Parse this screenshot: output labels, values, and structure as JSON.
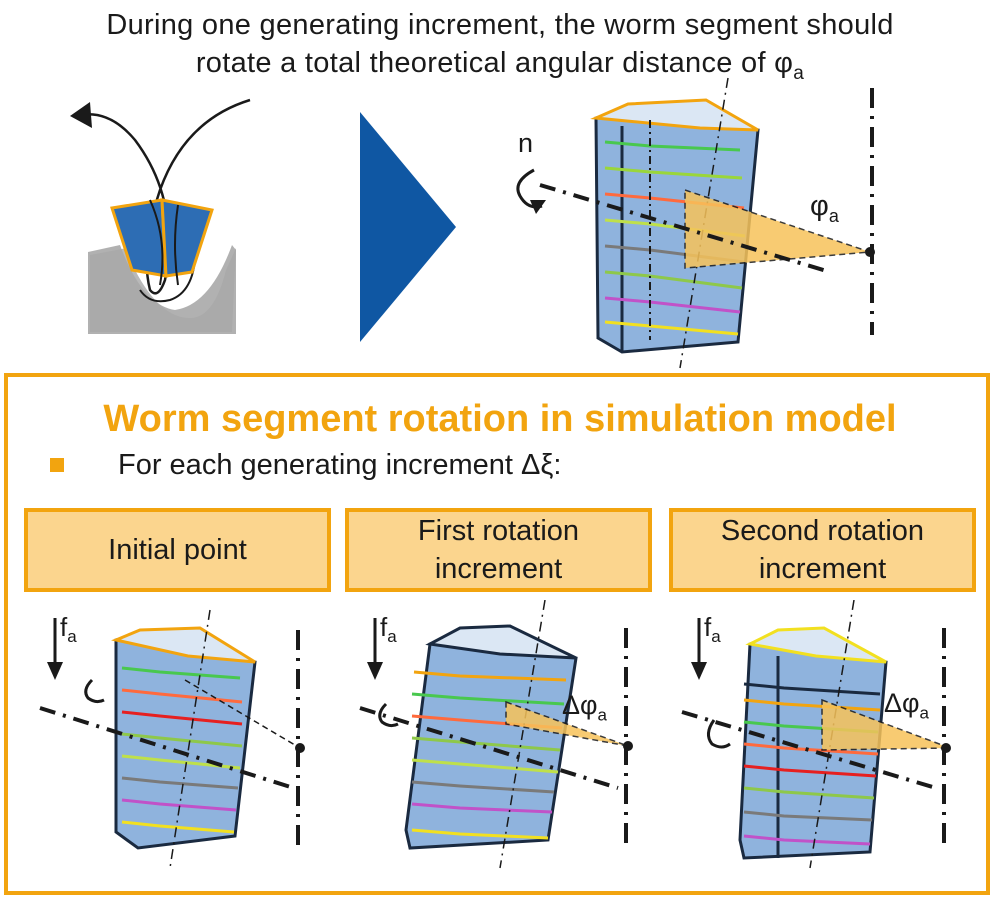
{
  "header": {
    "line1": "During one generating increment, the worm segment should",
    "line2": "rotate a total theoretical angular distance of φ",
    "line2_sub": "a"
  },
  "top_diagram": {
    "rotation_label": "n",
    "angle_label": "φ",
    "angle_sub": "a"
  },
  "simulation": {
    "title": "Worm segment rotation in simulation model",
    "bullet": "For each generating increment Δξ:",
    "steps": [
      {
        "label": "Initial point"
      },
      {
        "label": "First rotation increment"
      },
      {
        "label": "Second rotation increment"
      }
    ],
    "feed_label": "f",
    "feed_sub": "a",
    "delta_label": "Δφ",
    "delta_sub": "a"
  },
  "colors": {
    "accent": "#f2a40f",
    "step_fill": "#fbd58e",
    "worm_fill": "#8fb3dd",
    "arrow_blue": "#0f57a3"
  }
}
